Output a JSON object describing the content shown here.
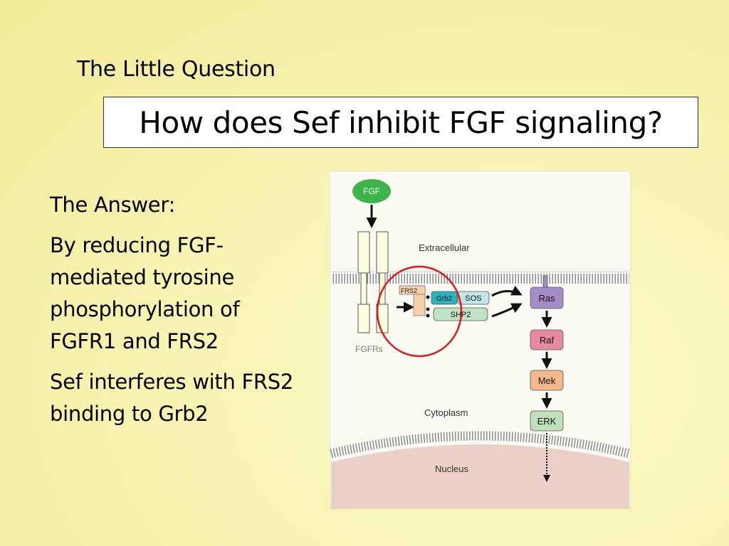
{
  "slide": {
    "title": "The Little Question",
    "question": "How does Sef inhibit FGF signaling?",
    "answer_heading": "The Answer:",
    "answer_point1": "By reducing FGF-mediated tyrosine phosphorylation of FGFR1 and FRS2",
    "answer_point2": "Sef interferes with FRS2 binding to Grb2"
  },
  "diagram": {
    "ligand": "FGF",
    "receptor": "FGFRs",
    "compartment_extracellular": "Extracellular",
    "compartment_cytoplasm": "Cytoplasm",
    "compartment_nucleus": "Nucleus",
    "adaptor_frs2": "FRS2",
    "adaptor_grb2": "Grb2",
    "adaptor_sos": "SOS",
    "adaptor_shp2": "SHP2",
    "kinase_ras": "Ras",
    "kinase_raf": "Raf",
    "kinase_mek": "Mek",
    "kinase_erk": "ERK",
    "colors": {
      "fgf": "#3cb449",
      "receptor": "#fdfde0",
      "frs2": "#f7cfa8",
      "grb2": "#27b3c2",
      "sos": "#bfe7ec",
      "shp2": "#bfe3c4",
      "ras": "#a58ec8",
      "raf": "#e58aa0",
      "mek": "#f5b88a",
      "erk": "#bfe0bb",
      "nucleus": "#ead0c6",
      "highlight_circle": "#e01a1a"
    }
  }
}
